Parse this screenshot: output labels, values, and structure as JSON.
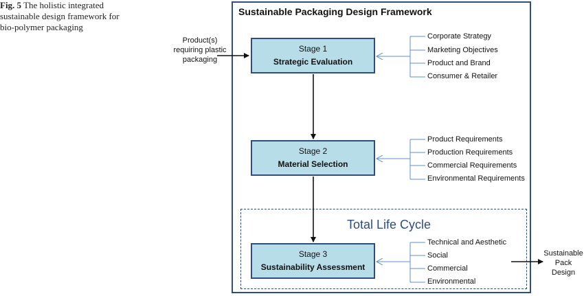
{
  "caption": {
    "fig_label": "Fig. 5",
    "text": "The holistic integrated sustainable design framework for bio-polymer packaging"
  },
  "framework": {
    "title": "Sustainable Packaging Design Framework",
    "lifecycle_title": "Total Life Cycle"
  },
  "input_label": "Product(s) requiring plastic packaging",
  "output_label": "Sustainable Pack Design",
  "stages": [
    {
      "number": "Stage 1",
      "name": "Strategic Evaluation",
      "inputs": [
        "Corporate Strategy",
        "Marketing Objectives",
        "Product and Brand",
        "Consumer & Retailer"
      ]
    },
    {
      "number": "Stage 2",
      "name": "Material Selection",
      "inputs": [
        "Product Requirements",
        "Production Requirements",
        "Commercial Requirements",
        "Environmental Requirements"
      ]
    },
    {
      "number": "Stage 3",
      "name": "Sustainability Assessment",
      "inputs": [
        "Technical and Aesthetic",
        "Social",
        "Commercial",
        "Environmental"
      ]
    }
  ],
  "colors": {
    "stage_fill": "#b6dde8",
    "frame_border": "#2e4d7b",
    "connector": "#5b8ed6"
  }
}
